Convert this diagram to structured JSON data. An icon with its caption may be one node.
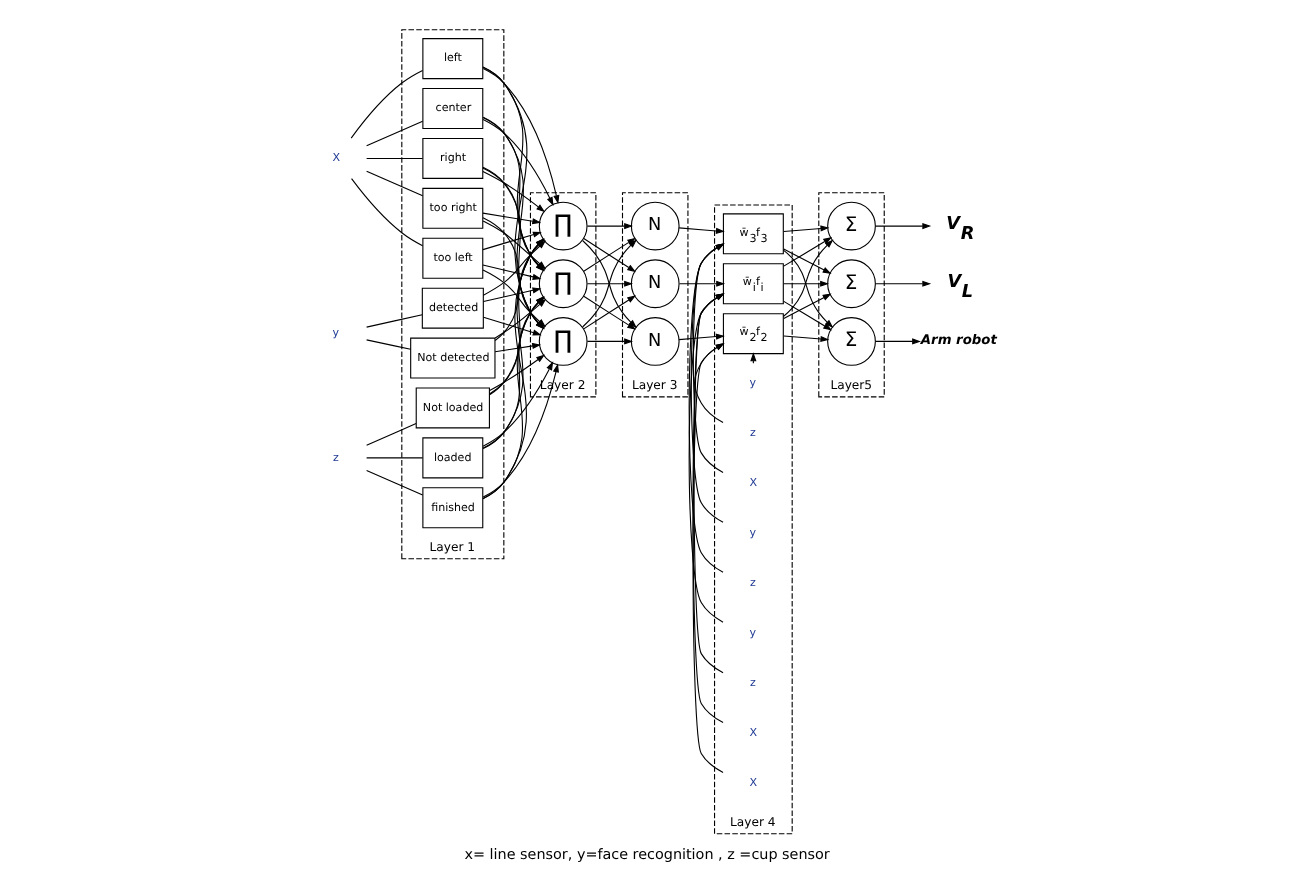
{
  "diagram": {
    "caption": "x= line sensor, y=face recognition , z =cup sensor",
    "nodes": [
      {
        "text": [
          "Layer 1"
        ]
      },
      {
        "text": [
          "too left"
        ],
        "in": 0
      },
      {
        "text": [
          "left"
        ],
        "in": 0
      },
      {
        "text": [
          "center"
        ],
        "in": 0
      },
      {
        "text": [
          "right"
        ],
        "in": 0
      },
      {
        "text": [
          "too right"
        ],
        "in": 0
      },
      {
        "text": [
          "detected"
        ],
        "in": 0
      },
      {
        "text": [
          "Not detected"
        ],
        "in": 0
      },
      {
        "text": [
          "Not loaded"
        ],
        "in": 0
      },
      {
        "text": [
          "loaded"
        ],
        "in": 0
      },
      {
        "text": [
          "finished"
        ],
        "in": 0
      },
      {
        "text": [
          "Layer 2"
        ]
      },
      {
        "text": [
          "∏"
        ],
        "in": 11
      },
      {
        "text": [
          "∏"
        ],
        "in": 11
      },
      {
        "text": [
          "∏"
        ],
        "in": 11
      },
      {
        "text": [
          "Layer 3"
        ]
      },
      {
        "text": [
          "N"
        ],
        "in": 15
      },
      {
        "text": [
          "N"
        ],
        "in": 15
      },
      {
        "text": [
          "N"
        ],
        "in": 15
      },
      {
        "text": [
          "Layer 4"
        ]
      },
      {
        "text": [
          "w̄$_{i}$f$_{i}$"
        ],
        "in": 19
      },
      {
        "text": [
          "X"
        ],
        "in": 19
      },
      {
        "text": [
          "y"
        ],
        "in": 19
      },
      {
        "text": [
          "z"
        ],
        "in": 19
      },
      {
        "text": [
          "w̄$_{2}$f$_{2}$"
        ],
        "in": 19
      },
      {
        "text": [
          "X"
        ],
        "in": 19
      },
      {
        "text": [
          "y"
        ],
        "in": 19
      },
      {
        "text": [
          "z"
        ],
        "in": 19
      },
      {
        "text": [
          "w̄$_{3}$f$_{3}$"
        ],
        "in": 19
      },
      {
        "text": [
          "X"
        ],
        "in": 19
      },
      {
        "text": [
          "y"
        ],
        "in": 19
      },
      {
        "text": [
          "z"
        ],
        "in": 19
      },
      {
        "text": [
          "Layer5"
        ]
      },
      {
        "text": [
          "Σ"
        ],
        "in": 32
      },
      {
        "text": [
          "Σ"
        ],
        "in": 32
      },
      {
        "text": [
          "Σ"
        ],
        "in": 32
      },
      {
        "text": [
          "V$_{R}$"
        ]
      },
      {
        "text": [
          "V$_{L}$"
        ]
      },
      {
        "text": [
          "Arm robot"
        ]
      },
      {
        "text": [
          "X"
        ]
      },
      {
        "text": [
          "y"
        ]
      },
      {
        "text": [
          "z"
        ]
      }
    ],
    "edges": [
      {
        "from": 39,
        "to": 1,
        "arrow": "none"
      },
      {
        "from": 39,
        "to": 2,
        "arrow": "none"
      },
      {
        "from": 39,
        "to": 3,
        "arrow": "none"
      },
      {
        "from": 39,
        "to": 4,
        "arrow": "none"
      },
      {
        "from": 39,
        "to": 5,
        "arrow": "none"
      },
      {
        "from": 40,
        "to": 6,
        "arrow": "none"
      },
      {
        "from": 40,
        "to": 7,
        "arrow": "none"
      },
      {
        "from": 41,
        "to": 8,
        "arrow": "none"
      },
      {
        "from": 41,
        "to": 9,
        "arrow": "none"
      },
      {
        "from": 41,
        "to": 10,
        "arrow": "none"
      },
      {
        "from": 1,
        "to": 12,
        "arrow": "to"
      },
      {
        "from": 1,
        "to": 13,
        "arrow": "to"
      },
      {
        "from": 1,
        "to": 14,
        "arrow": "to"
      },
      {
        "from": 2,
        "to": 12,
        "arrow": "to"
      },
      {
        "from": 2,
        "to": 13,
        "arrow": "to"
      },
      {
        "from": 2,
        "to": 14,
        "arrow": "to"
      },
      {
        "from": 3,
        "to": 12,
        "arrow": "to"
      },
      {
        "from": 3,
        "to": 13,
        "arrow": "to"
      },
      {
        "from": 3,
        "to": 14,
        "arrow": "to"
      },
      {
        "from": 4,
        "to": 12,
        "arrow": "to"
      },
      {
        "from": 4,
        "to": 13,
        "arrow": "to"
      },
      {
        "from": 4,
        "to": 14,
        "arrow": "to"
      },
      {
        "from": 5,
        "to": 12,
        "arrow": "to"
      },
      {
        "from": 5,
        "to": 13,
        "arrow": "to"
      },
      {
        "from": 5,
        "to": 14,
        "arrow": "to"
      },
      {
        "from": 6,
        "to": 12,
        "arrow": "to"
      },
      {
        "from": 6,
        "to": 13,
        "arrow": "to"
      },
      {
        "from": 6,
        "to": 14,
        "arrow": "to"
      },
      {
        "from": 7,
        "to": 12,
        "arrow": "to"
      },
      {
        "from": 7,
        "to": 13,
        "arrow": "to"
      },
      {
        "from": 7,
        "to": 14,
        "arrow": "to"
      },
      {
        "from": 8,
        "to": 12,
        "arrow": "to"
      },
      {
        "from": 8,
        "to": 13,
        "arrow": "to"
      },
      {
        "from": 8,
        "to": 14,
        "arrow": "to"
      },
      {
        "from": 9,
        "to": 12,
        "arrow": "to"
      },
      {
        "from": 9,
        "to": 13,
        "arrow": "to"
      },
      {
        "from": 9,
        "to": 14,
        "arrow": "to"
      },
      {
        "from": 10,
        "to": 12,
        "arrow": "to"
      },
      {
        "from": 10,
        "to": 13,
        "arrow": "to"
      },
      {
        "from": 10,
        "to": 14,
        "arrow": "to"
      },
      {
        "from": 12,
        "to": 16,
        "arrow": "to"
      },
      {
        "from": 12,
        "to": 17,
        "arrow": "to"
      },
      {
        "from": 12,
        "to": 18,
        "arrow": "to"
      },
      {
        "from": 13,
        "to": 16,
        "arrow": "to"
      },
      {
        "from": 13,
        "to": 17,
        "arrow": "to"
      },
      {
        "from": 13,
        "to": 18,
        "arrow": "to"
      },
      {
        "from": 14,
        "to": 16,
        "arrow": "to"
      },
      {
        "from": 14,
        "to": 17,
        "arrow": "to"
      },
      {
        "from": 14,
        "to": 18,
        "arrow": "to"
      },
      {
        "from": 16,
        "to": 20,
        "arrow": "to"
      },
      {
        "from": 17,
        "to": 24,
        "arrow": "to"
      },
      {
        "from": 18,
        "to": 28,
        "arrow": "to"
      },
      {
        "from": 21,
        "to": 20,
        "arrow": "to"
      },
      {
        "from": 22,
        "to": 20,
        "arrow": "to"
      },
      {
        "from": 23,
        "to": 20,
        "arrow": "to"
      },
      {
        "from": 25,
        "to": 24,
        "arrow": "to"
      },
      {
        "from": 26,
        "to": 24,
        "arrow": "to"
      },
      {
        "from": 27,
        "to": 24,
        "arrow": "to"
      },
      {
        "from": 29,
        "to": 28,
        "arrow": "to"
      },
      {
        "from": 30,
        "to": 28,
        "arrow": "to"
      },
      {
        "from": 31,
        "to": 28,
        "arrow": "to"
      },
      {
        "from": 20,
        "to": 33,
        "arrow": "to"
      },
      {
        "from": 20,
        "to": 34,
        "arrow": "to"
      },
      {
        "from": 20,
        "to": 35,
        "arrow": "to"
      },
      {
        "from": 24,
        "to": 33,
        "arrow": "to"
      },
      {
        "from": 24,
        "to": 34,
        "arrow": "to"
      },
      {
        "from": 24,
        "to": 35,
        "arrow": "to"
      },
      {
        "from": 28,
        "to": 33,
        "arrow": "to"
      },
      {
        "from": 28,
        "to": 34,
        "arrow": "to"
      },
      {
        "from": 28,
        "to": 35,
        "arrow": "to"
      },
      {
        "from": 33,
        "to": 36,
        "arrow": "to"
      },
      {
        "from": 34,
        "to": 37,
        "arrow": "to"
      },
      {
        "from": 35,
        "to": 38,
        "arrow": "to"
      }
    ]
  }
}
